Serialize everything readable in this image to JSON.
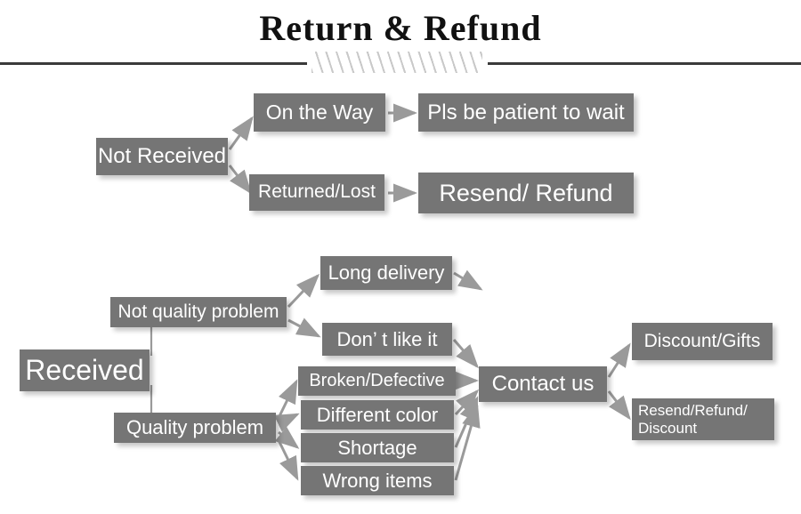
{
  "header": {
    "title": "Return & Refund",
    "divider_icon": "diagonal-hatch-divider"
  },
  "colors": {
    "node_fill": "#757575",
    "node_text": "#ffffff",
    "arrow": "#9a9a9a",
    "rule": "#3a3a3a",
    "background": "#ffffff"
  },
  "flow": {
    "not_received": {
      "root": "Not Received",
      "branches": [
        {
          "label": "On the Way",
          "result": "Pls be patient to wait"
        },
        {
          "label": "Returned/Lost",
          "result": "Resend/ Refund"
        }
      ]
    },
    "received": {
      "root": "Received",
      "categories": [
        {
          "label": "Not quality problem",
          "reasons": [
            "Long delivery",
            "Don’ t like it"
          ]
        },
        {
          "label": "Quality problem",
          "reasons": [
            "Broken/Defective",
            "Different color",
            "Shortage",
            "Wrong items"
          ]
        }
      ],
      "action": "Contact us",
      "outcomes": [
        "Discount/Gifts",
        "Resend/Refund/ Discount"
      ]
    }
  }
}
